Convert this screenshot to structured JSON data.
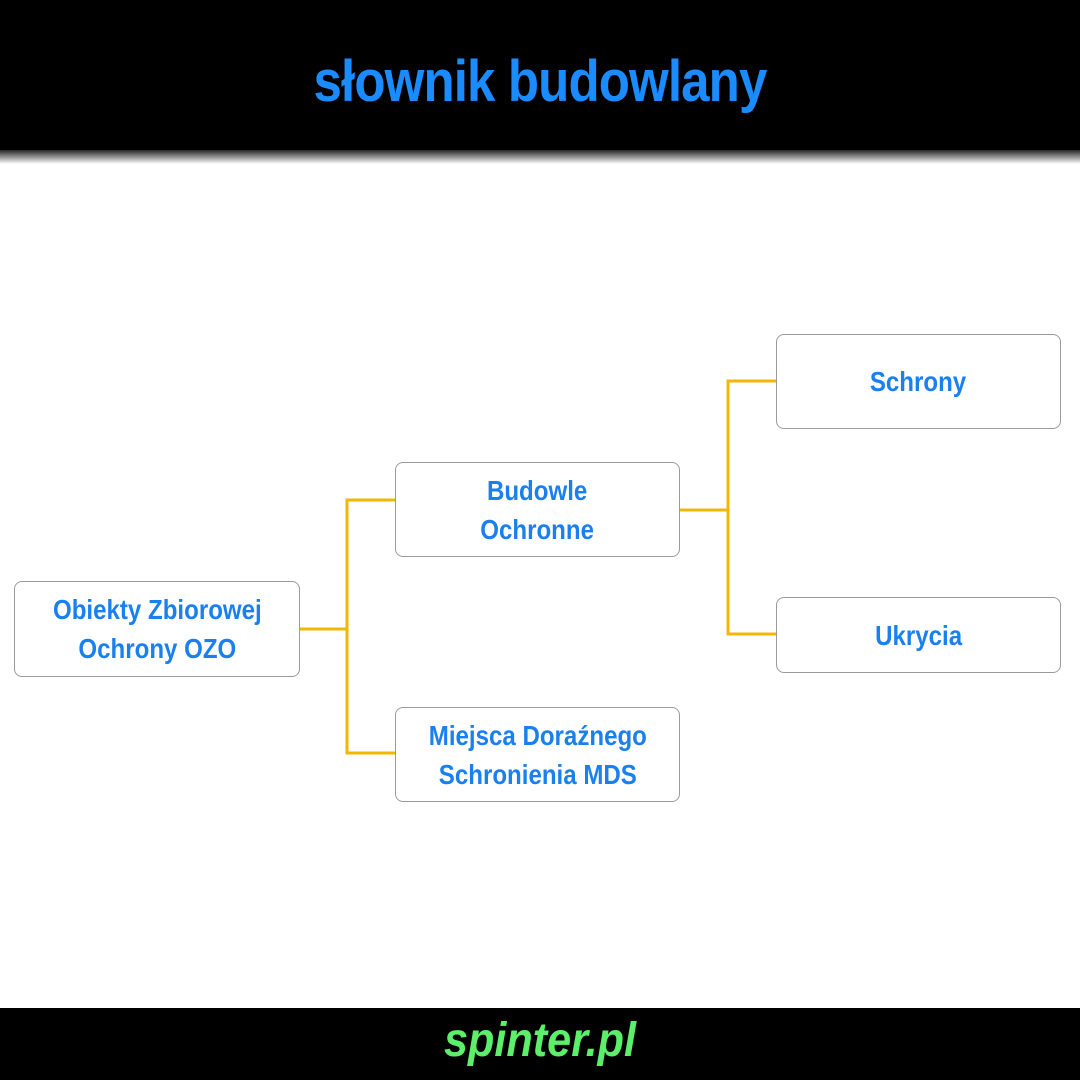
{
  "header": {
    "title": "słownik budowlany"
  },
  "diagram": {
    "nodes": {
      "root": {
        "label": "Obiekty Zbiorowej\nOchrony OZO"
      },
      "budowle": {
        "label": "Budowle\nOchronne"
      },
      "mds": {
        "label": "Miejsca Doraźnego\nSchronienia MDS"
      },
      "schrony": {
        "label": "Schrony"
      },
      "ukrycia": {
        "label": "Ukrycia"
      }
    },
    "edges": [
      {
        "from": "root",
        "to": "budowle"
      },
      {
        "from": "root",
        "to": "mds"
      },
      {
        "from": "budowle",
        "to": "schrony"
      },
      {
        "from": "budowle",
        "to": "ukrycia"
      }
    ]
  },
  "footer": {
    "brand": "spinter.pl"
  },
  "colors": {
    "header_bg": "#000000",
    "title": "#1a8cff",
    "node_text": "#1a80f0",
    "node_border": "#9a9a9a",
    "connector": "#f2b705",
    "brand": "#5cf06a"
  }
}
